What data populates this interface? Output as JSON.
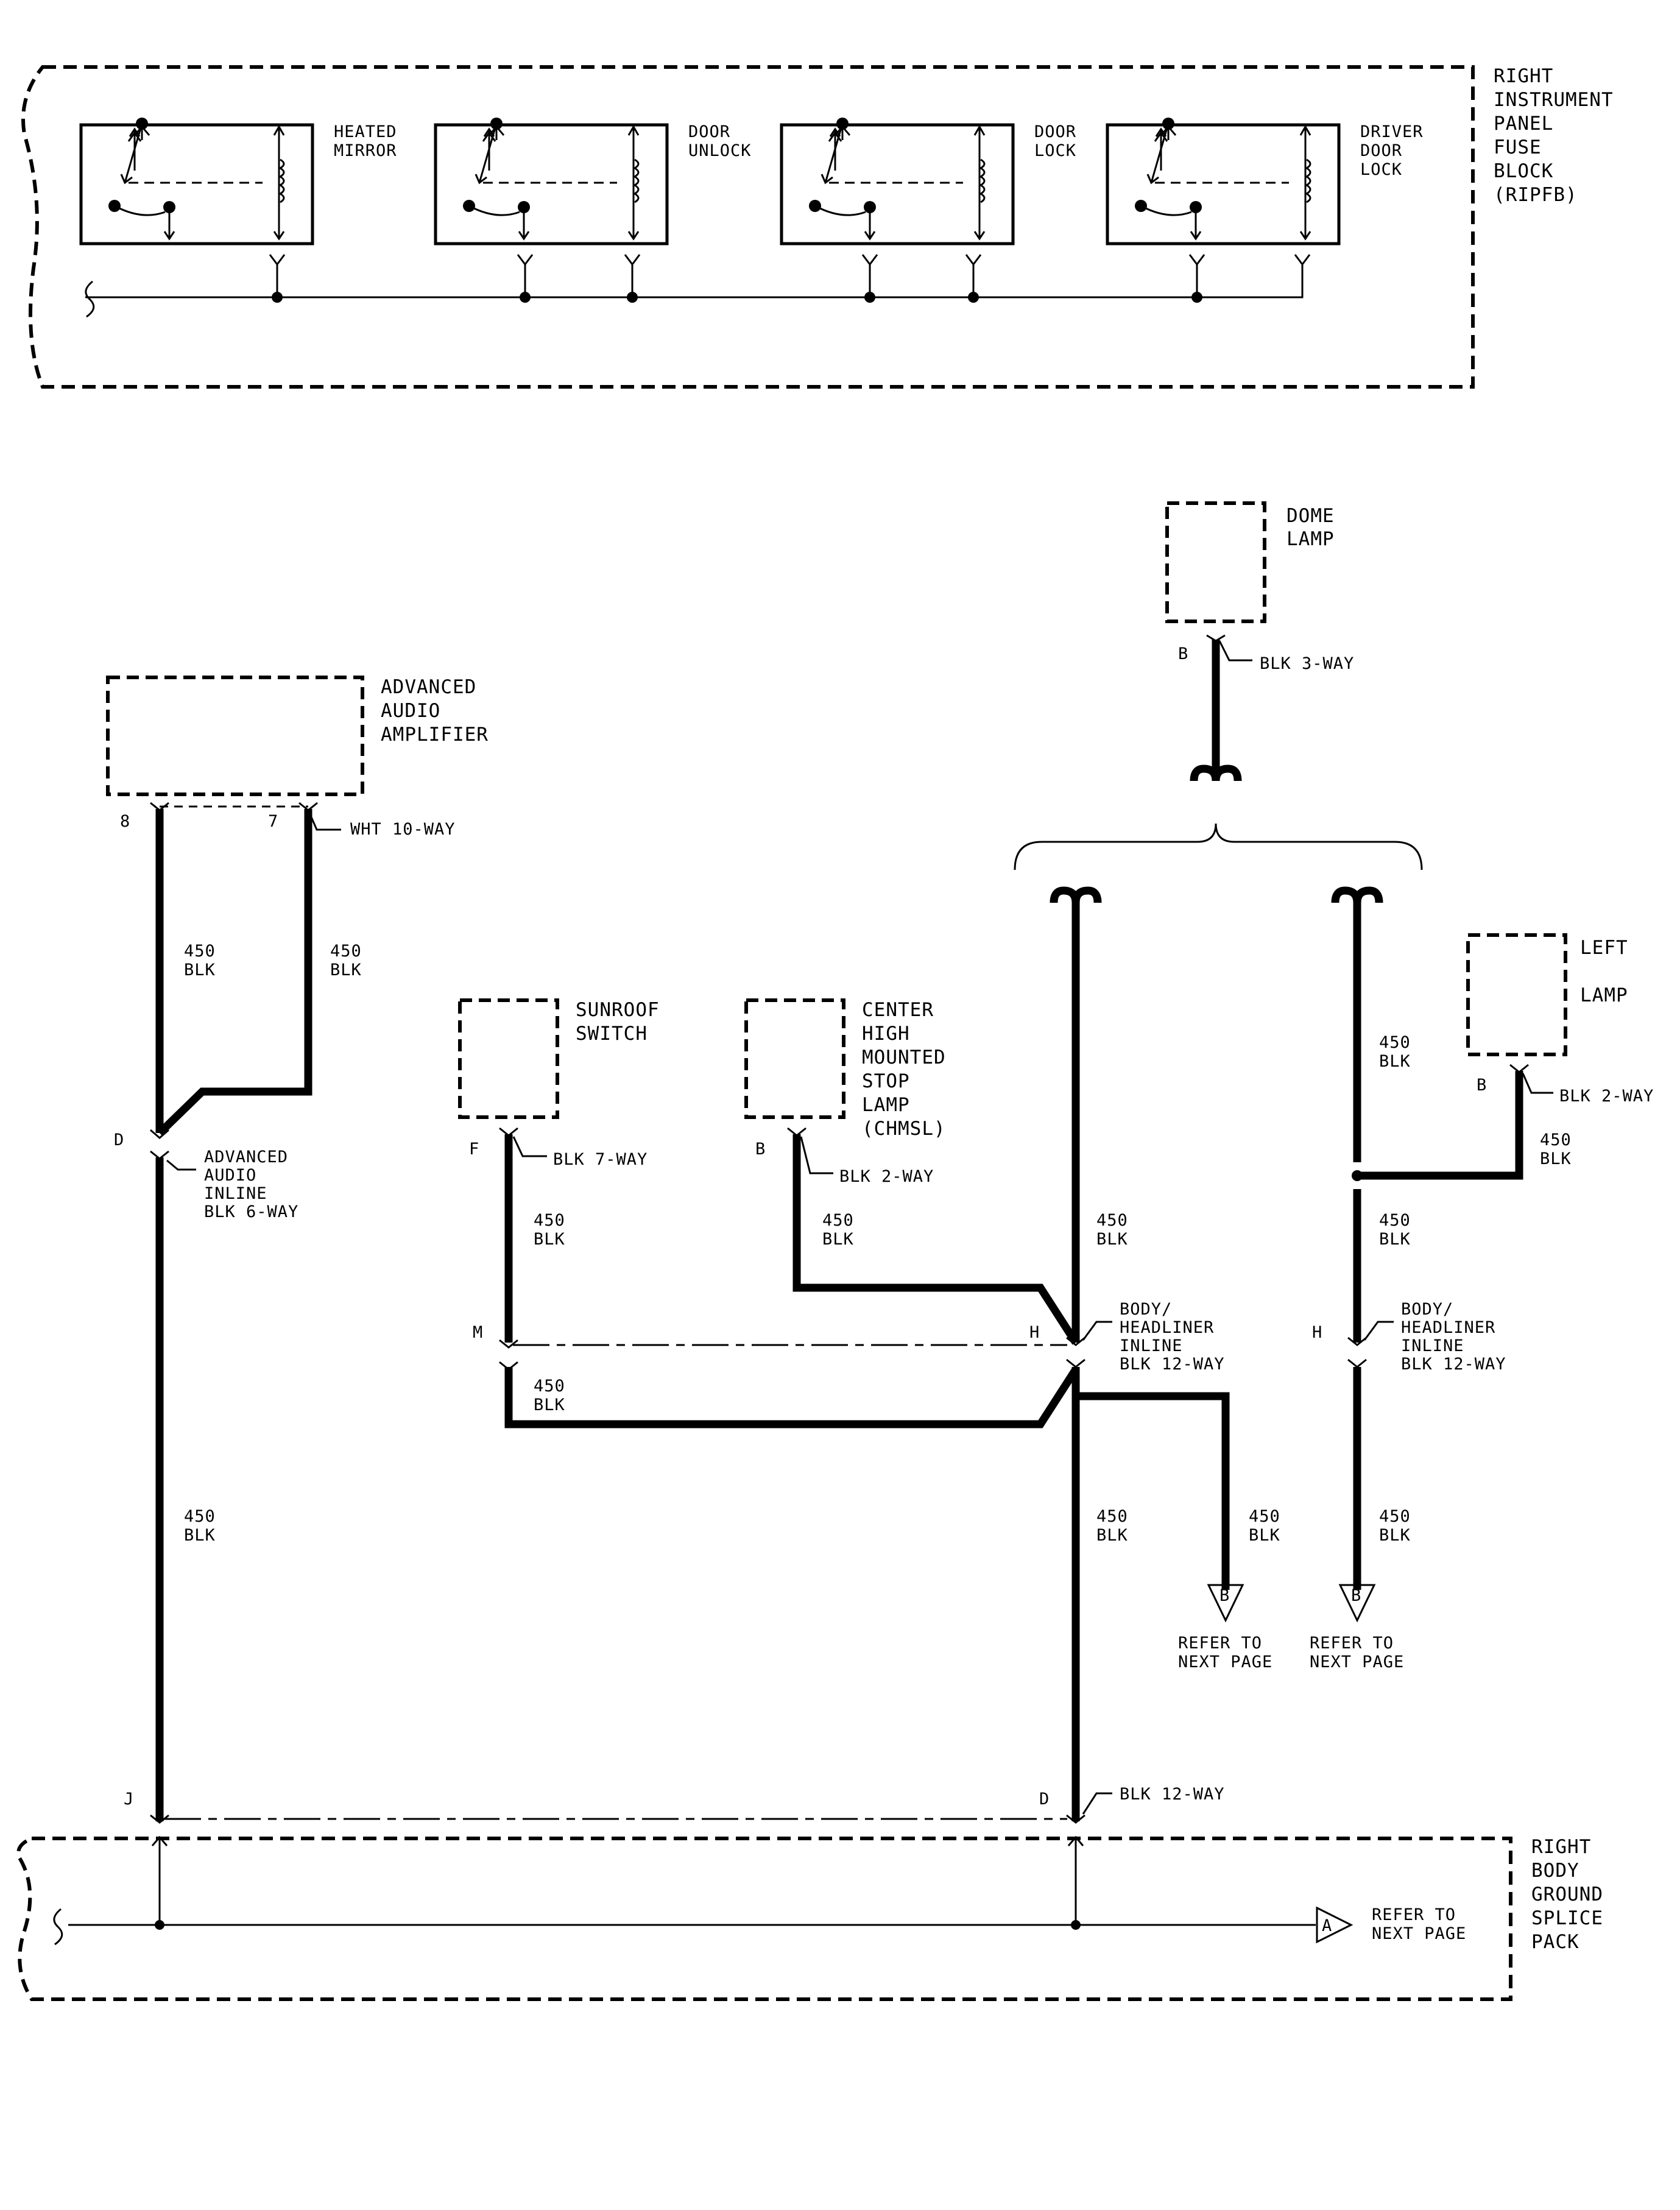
{
  "ripfb": {
    "label": [
      "RIGHT",
      "INSTRUMENT",
      "PANEL",
      "FUSE",
      "BLOCK",
      "(RIPFB)"
    ],
    "relays": [
      {
        "label": [
          "HEATED",
          "MIRROR"
        ]
      },
      {
        "label": [
          "DOOR",
          "UNLOCK"
        ]
      },
      {
        "label": [
          "DOOR",
          "LOCK"
        ]
      },
      {
        "label": [
          "DRIVER",
          "DOOR",
          "LOCK"
        ]
      }
    ]
  },
  "components": {
    "amplifier": {
      "label": [
        "ADVANCED",
        "AUDIO",
        "AMPLIFIER"
      ]
    },
    "dome_lamp": {
      "label": [
        "DOME",
        "LAMP"
      ]
    },
    "sunroof_switch": {
      "label": [
        "SUNROOF",
        "SWITCH"
      ]
    },
    "chmsl": {
      "label": [
        "CENTER",
        "HIGH",
        "MOUNTED",
        "STOP",
        "LAMP",
        "(CHMSL)"
      ]
    },
    "left_lamp": {
      "label": [
        "LEFT",
        "",
        "LAMP"
      ]
    }
  },
  "connectors": {
    "amp_10way": "WHT 10-WAY",
    "dome_3way": "BLK 3-WAY",
    "sunroof_7way": "BLK 7-WAY",
    "chmsl_2way": "BLK 2-WAY",
    "left_lamp_2way": "BLK 2-WAY",
    "audio_inline": [
      "ADVANCED",
      "AUDIO",
      "INLINE",
      "BLK 6-WAY"
    ],
    "body_headliner": [
      "BODY/",
      "HEADLINER",
      "INLINE",
      "BLK 12-WAY"
    ],
    "ground_12way": "BLK 12-WAY"
  },
  "pins": {
    "amp_left": "8",
    "amp_right": "7",
    "audio_inline": "D",
    "dome": "B",
    "sunroof": "F",
    "chmsl": "B",
    "left_lamp": "B",
    "body_headliner_m": "M",
    "body_headliner_h": "H",
    "body_headliner_h2": "H",
    "ground_j": "J",
    "ground_d": "D"
  },
  "wire": {
    "circuit": "450",
    "color": "BLK"
  },
  "refs": {
    "b_marker": "B",
    "a_marker": "A",
    "refer_text": [
      "REFER TO",
      "NEXT PAGE"
    ]
  },
  "ground": {
    "label": [
      "RIGHT",
      "BODY",
      "GROUND",
      "SPLICE",
      "PACK"
    ]
  }
}
